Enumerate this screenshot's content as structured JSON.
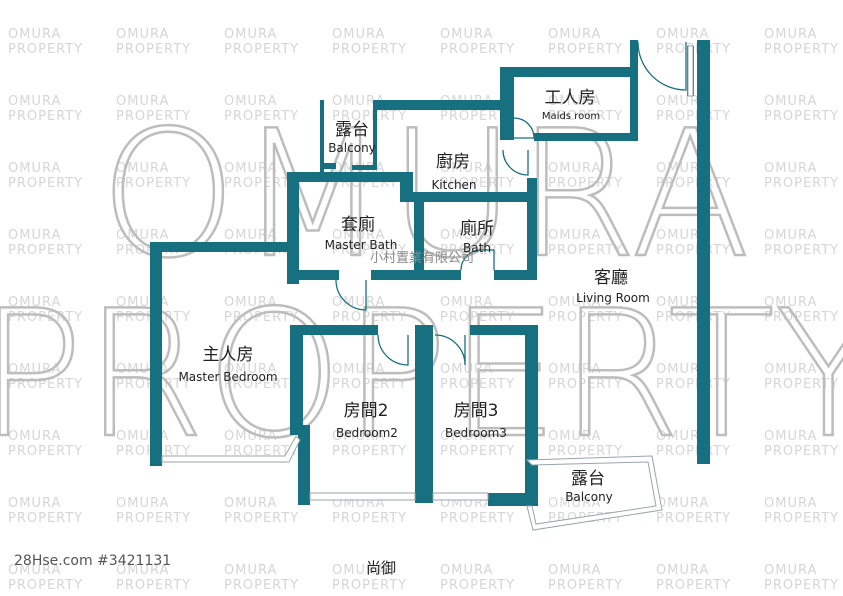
{
  "watermark": {
    "line1": "OMURA",
    "line2": "PROPERTY",
    "tile_line1": "OMURA",
    "tile_line2": "PROPERTY",
    "agency": "小村置業有限公司"
  },
  "rooms": {
    "maids_room": {
      "zh": "工人房",
      "en": "Maids room"
    },
    "balcony_top": {
      "zh": "露台",
      "en": "Balcony"
    },
    "kitchen": {
      "zh": "廚房",
      "en": "Kitchen"
    },
    "master_bath": {
      "zh": "套廁",
      "en": "Master Bath"
    },
    "bath": {
      "zh": "廁所",
      "en": "Bath"
    },
    "living_room": {
      "zh": "客廳",
      "en": "Living Room"
    },
    "master_bedroom": {
      "zh": "主人房",
      "en": "Master Bedroom"
    },
    "bedroom2": {
      "zh": "房間2",
      "en": "Bedroom2"
    },
    "bedroom3": {
      "zh": "房間3",
      "en": "Bedroom3"
    },
    "balcony_bottom": {
      "zh": "露台",
      "en": "Balcony"
    }
  },
  "footer": {
    "source": "28Hse.com #3421131",
    "estate": "尚御"
  },
  "colors": {
    "wall": "#17707f",
    "watermark": "#bdbdbd"
  }
}
